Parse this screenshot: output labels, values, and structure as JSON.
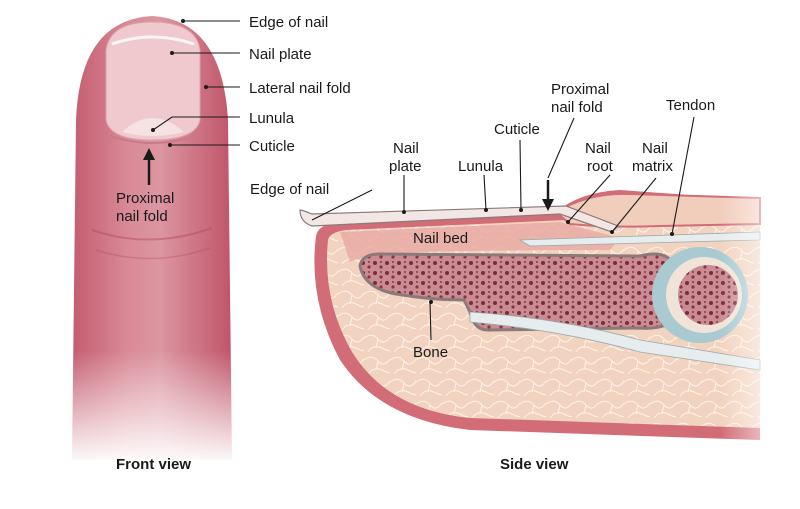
{
  "front": {
    "caption": "Front view",
    "labels": {
      "edge_of_nail": "Edge of nail",
      "nail_plate": "Nail plate",
      "lateral_nail_fold": "Lateral nail fold",
      "lunula": "Lunula",
      "cuticle": "Cuticle",
      "proximal_nail_fold_1": "Proximal",
      "proximal_nail_fold_2": "nail fold"
    }
  },
  "side": {
    "caption": "Side view",
    "labels": {
      "edge_of_nail": "Edge of nail",
      "nail_plate_1": "Nail",
      "nail_plate_2": "plate",
      "lunula": "Lunula",
      "cuticle": "Cuticle",
      "proximal_nail_fold_1": "Proximal",
      "proximal_nail_fold_2": "nail fold",
      "nail_root_1": "Nail",
      "nail_root_2": "root",
      "nail_matrix_1": "Nail",
      "nail_matrix_2": "matrix",
      "tendon": "Tendon",
      "nail_bed": "Nail bed",
      "bone": "Bone"
    }
  },
  "colors": {
    "skin": "#c96a7c",
    "skin_light": "#e7b8bf",
    "nail": "#eccbd0",
    "tissue": "#f1d2bd",
    "outer_skin": "#d06a75",
    "bone": "#c58c8e",
    "cartilage": "#a9c9cf"
  }
}
